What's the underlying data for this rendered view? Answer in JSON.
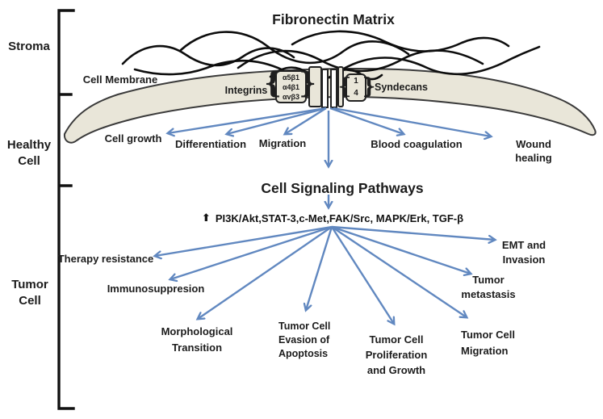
{
  "colors": {
    "arrow_blue": "#6188c0",
    "membrane_fill": "#e9e6d9",
    "outline": "#1f1f1f",
    "text": "#1c1c1c"
  },
  "title": "Fibronectin Matrix",
  "regions": {
    "stroma": "Stroma",
    "healthy": "Healthy\nCell",
    "tumor": "Tumor\nCell"
  },
  "membrane": {
    "label": "Cell Membrane",
    "integrins": "Integrins",
    "integrin_subunits": "α5β1\nα4β1\nαvβ3",
    "syndecans": "Syndecans",
    "syndecan_types": "1\n4",
    "brace_left": "{",
    "brace_right": "}"
  },
  "healthy_outcomes": {
    "cell_growth": "Cell growth",
    "differentiation": "Differentiation",
    "migration": "Migration",
    "blood_coagulation": "Blood coagulation",
    "wound_healing": "Wound healing"
  },
  "signaling": {
    "heading": "Cell Signaling Pathways",
    "up_arrow": "⬆",
    "molecules": "PI3K/Akt,STAT-3,c-Met,FAK/Src, MAPK/Erk, TGF-β"
  },
  "tumor_outcomes": {
    "therapy_resistance": "Therapy resistance",
    "immunosuppression": "Immunosuppresion",
    "morphological_transition": "Morphological\nTransition",
    "apoptosis_evasion": "Tumor Cell\nEvasion of\nApoptosis",
    "proliferation": "Tumor Cell\nProliferation\nand Growth",
    "migration": "Tumor Cell\nMigration",
    "metastasis": "Tumor\nmetastasis",
    "emt_invasion": "EMT and\nInvasion"
  }
}
